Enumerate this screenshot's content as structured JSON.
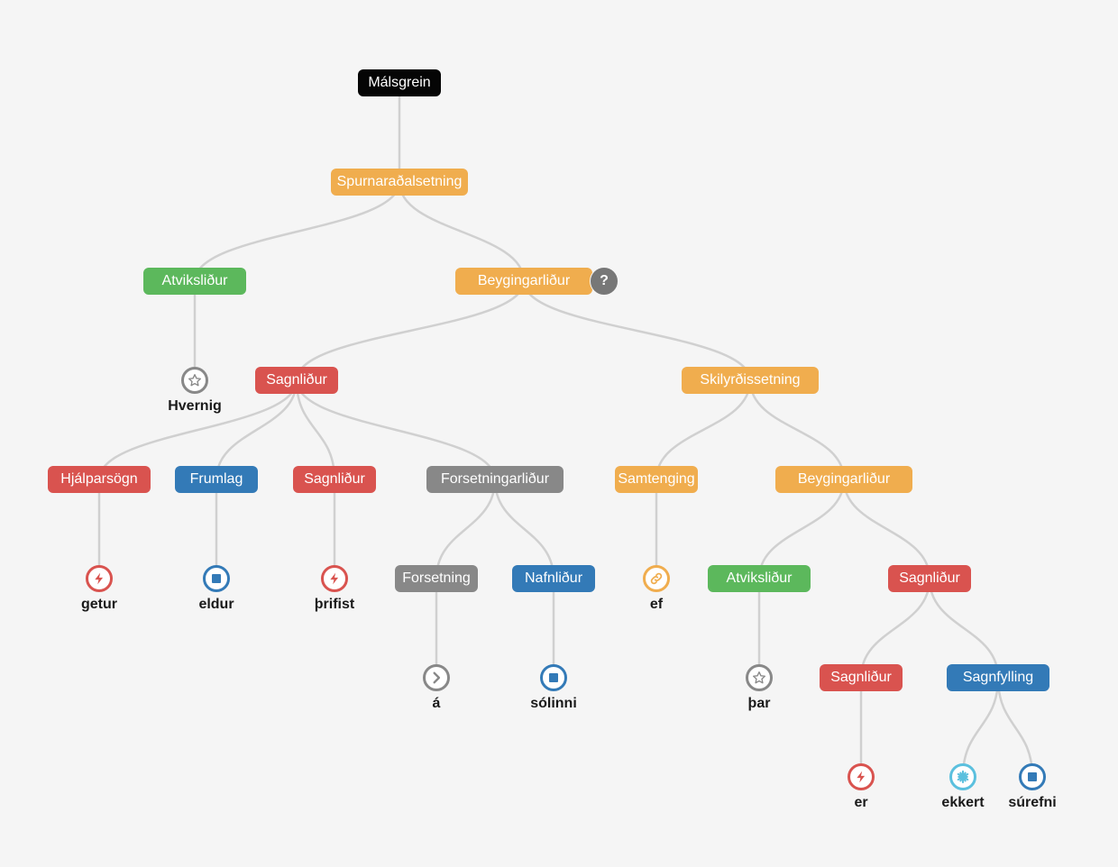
{
  "colors": {
    "black": "#050505",
    "orange": "#f0ad4e",
    "green": "#5cb85c",
    "red": "#d9534f",
    "blue": "#337ab7",
    "gray": "#888888",
    "cyan": "#5bc0de",
    "edge": "#d0d0d0",
    "background": "#f5f5f5"
  },
  "tree": {
    "label": "Málsgrein",
    "color": "black",
    "children": [
      {
        "label": "Spurnaraðalsetning",
        "color": "orange",
        "children": [
          {
            "label": "Atviksliður",
            "color": "green",
            "children": [
              {
                "leaf": true,
                "word": "Hvernig",
                "icon": "star-icon",
                "color": "gray"
              }
            ]
          },
          {
            "label": "Beygingarliður",
            "color": "orange",
            "children": [
              {
                "label": "Sagnliður",
                "color": "red",
                "children": [
                  {
                    "label": "Hjálparsögn",
                    "color": "red",
                    "children": [
                      {
                        "leaf": true,
                        "word": "getur",
                        "icon": "bolt-icon",
                        "color": "red"
                      }
                    ]
                  },
                  {
                    "label": "Frumlag",
                    "color": "blue",
                    "children": [
                      {
                        "leaf": true,
                        "word": "eldur",
                        "icon": "square-icon",
                        "color": "blue"
                      }
                    ]
                  },
                  {
                    "label": "Sagnliður",
                    "color": "red",
                    "children": [
                      {
                        "leaf": true,
                        "word": "þrifist",
                        "icon": "bolt-icon",
                        "color": "red"
                      }
                    ]
                  },
                  {
                    "label": "Forsetningarliður",
                    "color": "gray",
                    "children": [
                      {
                        "label": "Forsetning",
                        "color": "gray",
                        "children": [
                          {
                            "leaf": true,
                            "word": "á",
                            "icon": "chevron-right-icon",
                            "color": "gray"
                          }
                        ]
                      },
                      {
                        "label": "Nafnliður",
                        "color": "blue",
                        "children": [
                          {
                            "leaf": true,
                            "word": "sólinni",
                            "icon": "square-icon",
                            "color": "blue"
                          }
                        ]
                      }
                    ]
                  }
                ]
              },
              {
                "label": "Skilyrðissetning",
                "color": "orange",
                "children": [
                  {
                    "label": "Samtenging",
                    "color": "orange",
                    "children": [
                      {
                        "leaf": true,
                        "word": "ef",
                        "icon": "link-icon",
                        "color": "orange"
                      }
                    ]
                  },
                  {
                    "label": "Beygingarliður",
                    "color": "orange",
                    "children": [
                      {
                        "label": "Atviksliður",
                        "color": "green",
                        "children": [
                          {
                            "leaf": true,
                            "word": "þar",
                            "icon": "star-icon",
                            "color": "gray"
                          }
                        ]
                      },
                      {
                        "label": "Sagnliður",
                        "color": "red",
                        "children": [
                          {
                            "label": "Sagnliður",
                            "color": "red",
                            "children": [
                              {
                                "leaf": true,
                                "word": "er",
                                "icon": "bolt-icon",
                                "color": "red"
                              }
                            ]
                          },
                          {
                            "label": "Sagnfylling",
                            "color": "blue",
                            "children": [
                              {
                                "leaf": true,
                                "word": "ekkert",
                                "icon": "asterisk-icon",
                                "color": "cyan"
                              },
                              {
                                "leaf": true,
                                "word": "súrefni",
                                "icon": "square-icon",
                                "color": "blue"
                              }
                            ]
                          }
                        ]
                      }
                    ]
                  }
                ]
              }
            ]
          },
          {
            "label": "?",
            "color": "gray",
            "badge": true
          }
        ]
      }
    ]
  }
}
